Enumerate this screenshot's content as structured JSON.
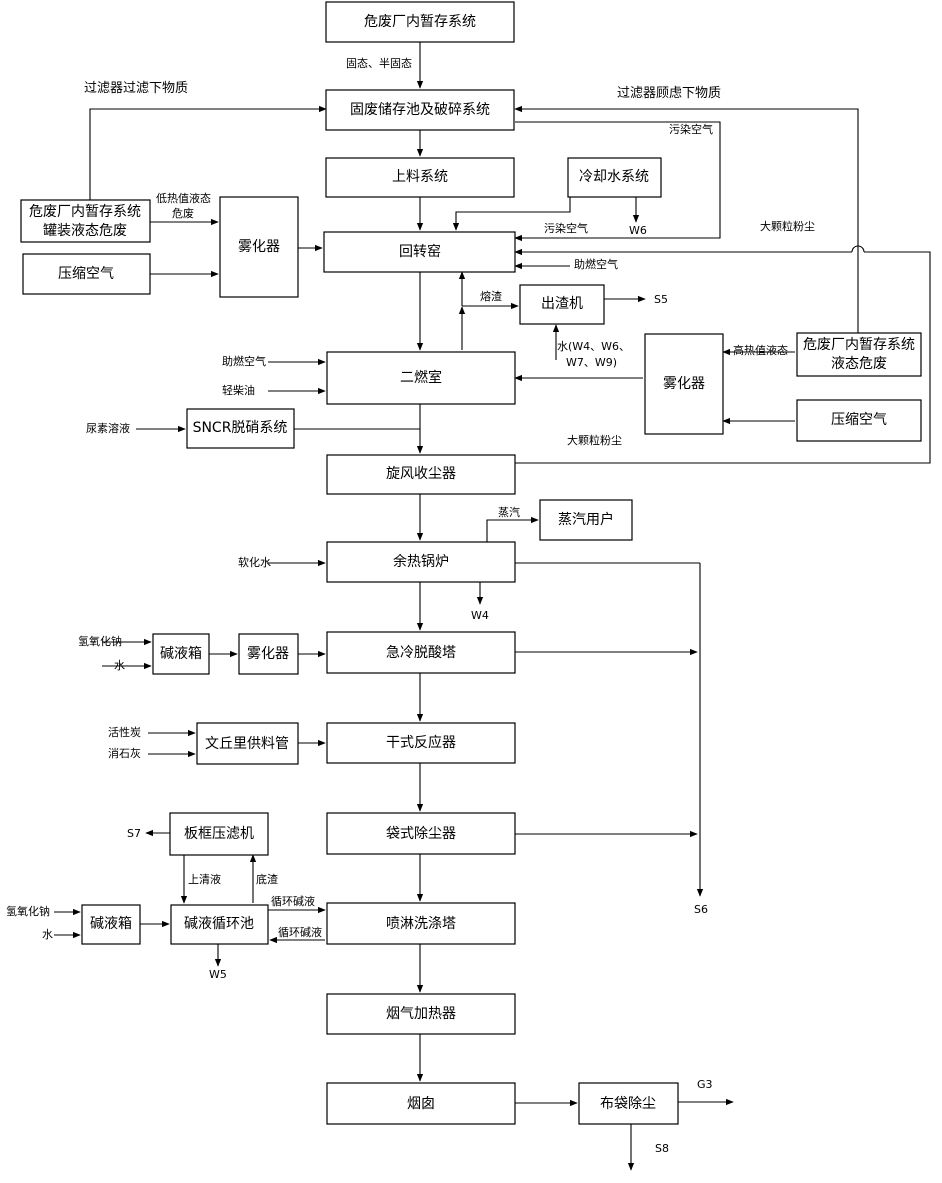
{
  "boxes": {
    "temp_storage": "危废厂内暂存系统",
    "solid_storage": "固废储存池及破碎系统",
    "feed_system": "上料系统",
    "cooling_water": "冷却水系统",
    "tank_waste_line1": "危废厂内暂存系统",
    "tank_waste_line2": "罐装液态危废",
    "atomizer_left": "雾化器",
    "compressed_air_left": "压缩空气",
    "rotary_kiln": "回转窑",
    "slag_machine": "出渣机",
    "secondary_chamber": "二燃室",
    "atomizer_right": "雾化器",
    "liquid_waste_line1": "危废厂内暂存系统",
    "liquid_waste_line2": "液态危废",
    "compressed_air_right": "压缩空气",
    "sncr": "SNCR脱硝系统",
    "cyclone": "旋风收尘器",
    "steam_user": "蒸汽用户",
    "waste_heat_boiler": "余热锅炉",
    "alkali_tank_1": "碱液箱",
    "atomizer_3": "雾化器",
    "quench_tower": "急冷脱酸塔",
    "venturi": "文丘里供料管",
    "dry_reactor": "干式反应器",
    "filter_press": "板框压滤机",
    "bag_filter": "袋式除尘器",
    "alkali_tank_2": "碱液箱",
    "alkali_circ_pool": "碱液循环池",
    "spray_tower": "喷淋洗涤塔",
    "flue_heater": "烟气加热器",
    "chimney": "烟囱",
    "bag_dust": "布袋除尘"
  },
  "labels": {
    "solid_semisolid": "固态、半固态",
    "filter_left": "过滤器过滤下物质",
    "filter_right": "过滤器顾虑下物质",
    "polluted_air_1": "污染空气",
    "polluted_air_2": "污染空气",
    "low_heat_line1": "低热值液态",
    "low_heat_line2": "危废",
    "w6": "W6",
    "large_dust_1": "大颗粒粉尘",
    "support_air_1": "助燃空气",
    "slag": "熔渣",
    "s5": "S5",
    "water_line1": "水(W4、W6、",
    "water_line2": "W7、W9)",
    "high_heat": "高热值液态",
    "support_air_2": "助燃空气",
    "light_diesel": "轻柴油",
    "urea": "尿素溶液",
    "large_dust_2": "大颗粒粉尘",
    "steam": "蒸汽",
    "soft_water": "软化水",
    "w4": "W4",
    "naoh_1": "氢氧化钠",
    "water_1": "水",
    "activated_carbon": "活性炭",
    "slaked_lime": "消石灰",
    "s7": "S7",
    "supernatant": "上清液",
    "sludge": "底渣",
    "circ_alkali_1": "循环碱液",
    "circ_alkali_2": "循环碱液",
    "naoh_2": "氢氧化钠",
    "water_2": "水",
    "w5": "W5",
    "s6": "S6",
    "g3": "G3",
    "s8": "S8"
  }
}
